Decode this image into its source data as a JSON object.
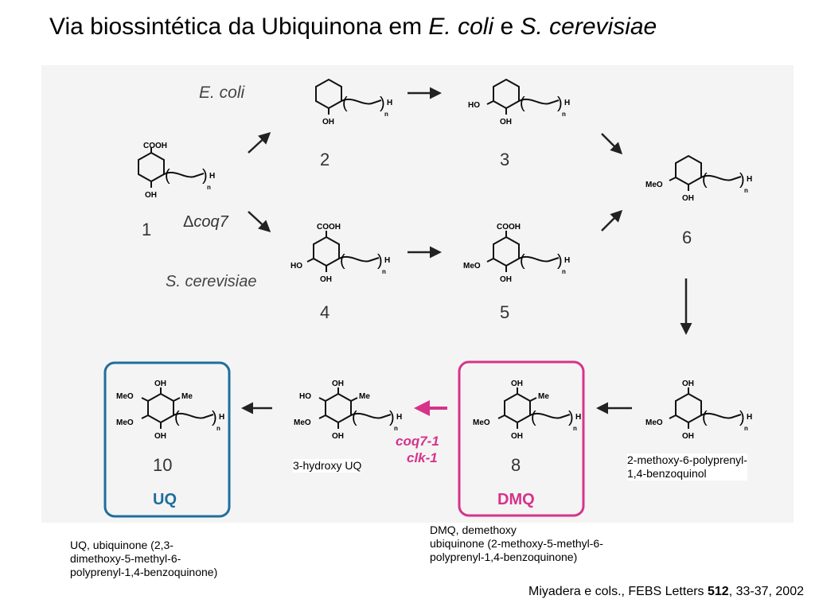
{
  "title": {
    "prefix": "Via biossintética da Ubiquinona em ",
    "organism1": "E. coli",
    "conj": " e ",
    "organism2": "S. cerevisiae"
  },
  "pathway_labels": {
    "ecoli": "E. coli",
    "coq7": "coq7",
    "delta": "Δ",
    "scerevisiae": "S. cerevisiae",
    "enzyme_line1": "coq7-1",
    "enzyme_line2": "clk-1"
  },
  "compounds": {
    "c1": "1",
    "c2": "2",
    "c3": "3",
    "c4": "4",
    "c5": "5",
    "c6": "6",
    "c8": "8",
    "c10": "10"
  },
  "atoms": {
    "cooh": "COOH",
    "oh": "OH",
    "ho": "HO",
    "meo": "MeO",
    "me": "Me",
    "h": "H",
    "n": "n"
  },
  "boxes": {
    "dmq": "DMQ",
    "uq": "UQ"
  },
  "captions": {
    "hydroxy_uq": "3-hydroxy UQ",
    "benzoquinol_1": "2-methoxy-6-polyprenyl-",
    "benzoquinol_2": "1,4-benzoquinol",
    "dmq_1": "DMQ, demethoxy",
    "dmq_2": "ubiquinone (2-methoxy-5-methyl-6-",
    "dmq_3": "polyprenyl-1,4-benzoquinone)",
    "uq_1": "UQ, ubiquinone (2,3-",
    "uq_2": "dimethoxy-5-methyl-6-",
    "uq_3": "polyprenyl-1,4-benzoquinone)"
  },
  "citation": {
    "text": "Miyadera e cols., FEBS Letters ",
    "volume": "512",
    "pages": ", 33-37, 2002"
  },
  "colors": {
    "dmq_box": "#d6338a",
    "uq_box": "#1f6e9c",
    "enzyme": "#d6338a"
  }
}
